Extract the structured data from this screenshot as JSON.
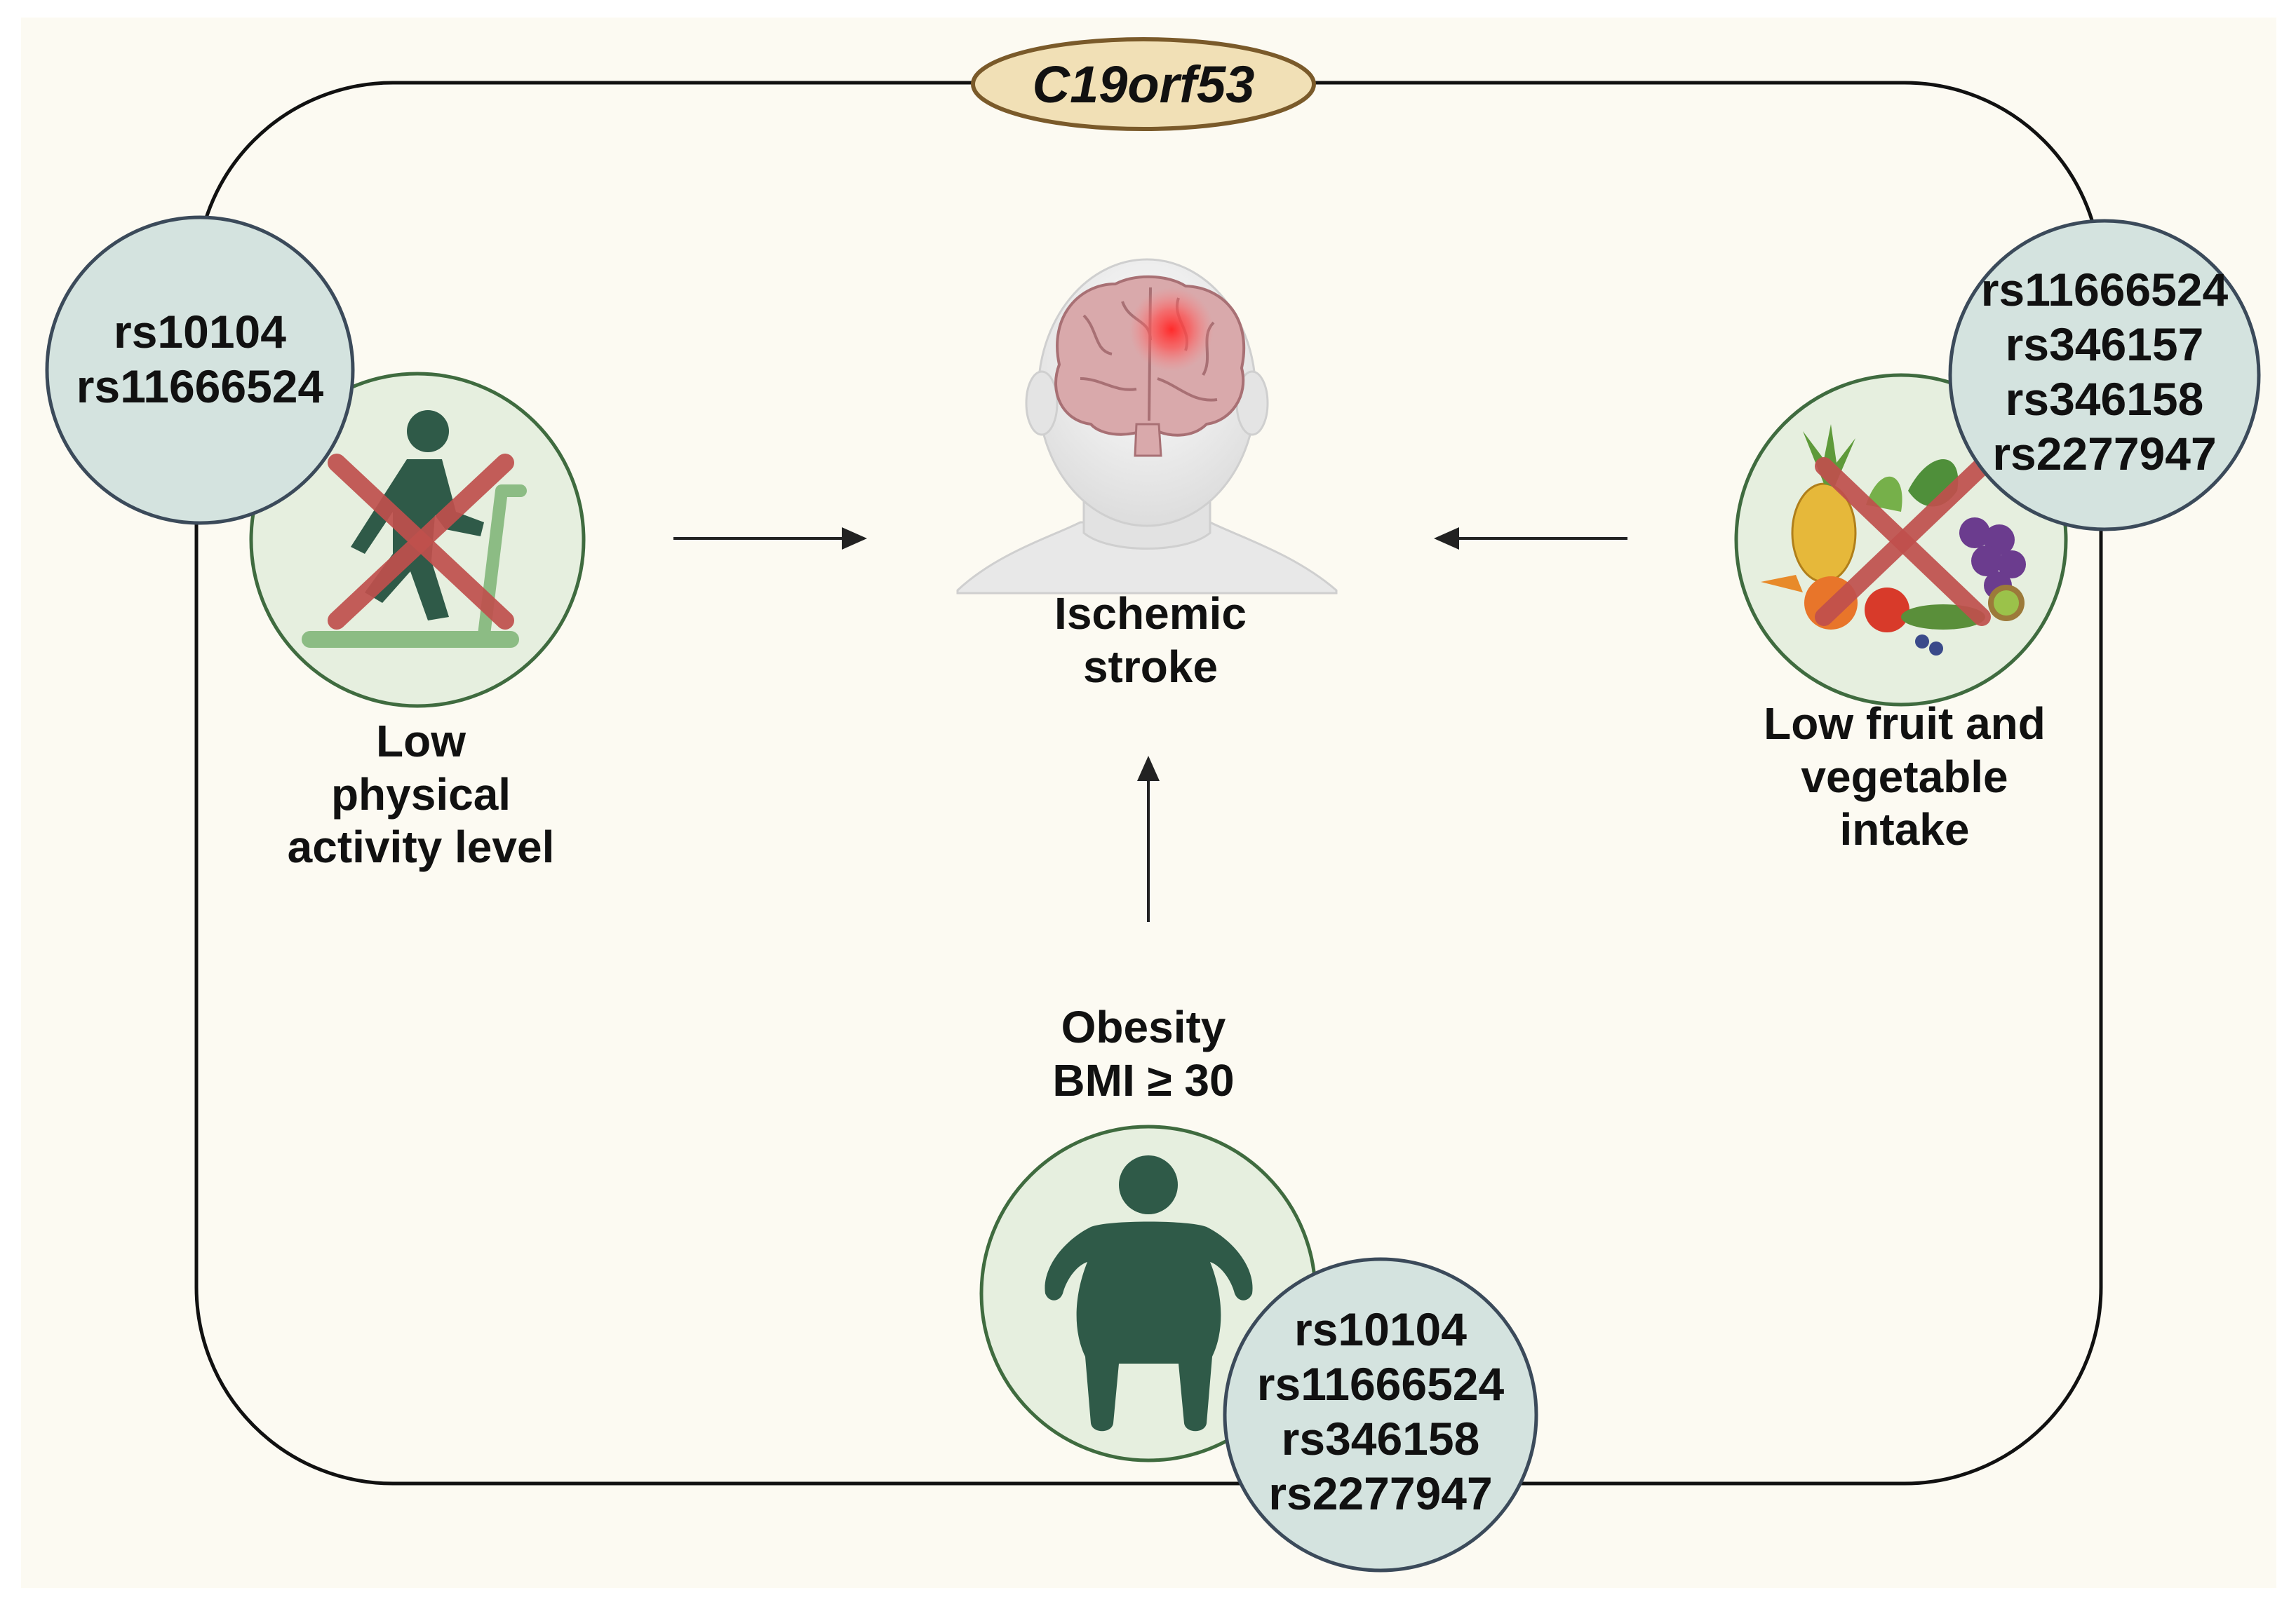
{
  "diagram": {
    "gene_label": "C19orf53",
    "outcome": {
      "line1": "Ischemic",
      "line2": "stroke"
    },
    "risk_factors": {
      "physical_activity": {
        "label_lines": [
          "Low",
          "physical",
          "activity level"
        ],
        "snps": [
          "rs10104",
          "rs11666524"
        ],
        "icon": "treadmill-runner-icon"
      },
      "fruit_vegetable": {
        "label_lines": [
          "Low fruit and",
          "vegetable",
          "intake"
        ],
        "snps": [
          "rs11666524",
          "rs346157",
          "rs346158",
          "rs2277947"
        ],
        "icon": "fruits-vegetables-icon"
      },
      "obesity": {
        "label_lines": [
          "Obesity",
          "BMI ≥ 30"
        ],
        "snps": [
          "rs10104",
          "rs11666524",
          "rs346158",
          "rs2277947"
        ],
        "icon": "obese-person-icon"
      }
    },
    "colors": {
      "background": "#fcfaf2",
      "frame_stroke": "#111111",
      "gene_fill": "#f1e0b6",
      "gene_stroke": "#7a5a2a",
      "snp_fill": "#d4e3df",
      "snp_stroke": "#3b4a5a",
      "icon_circle_fill": "#e6efdf",
      "icon_circle_stroke": "#3f6b3f",
      "icon_dark": "#2f5a48",
      "icon_light": "#8cbc84",
      "cross": "#c0504d",
      "arrow": "#222222"
    }
  }
}
